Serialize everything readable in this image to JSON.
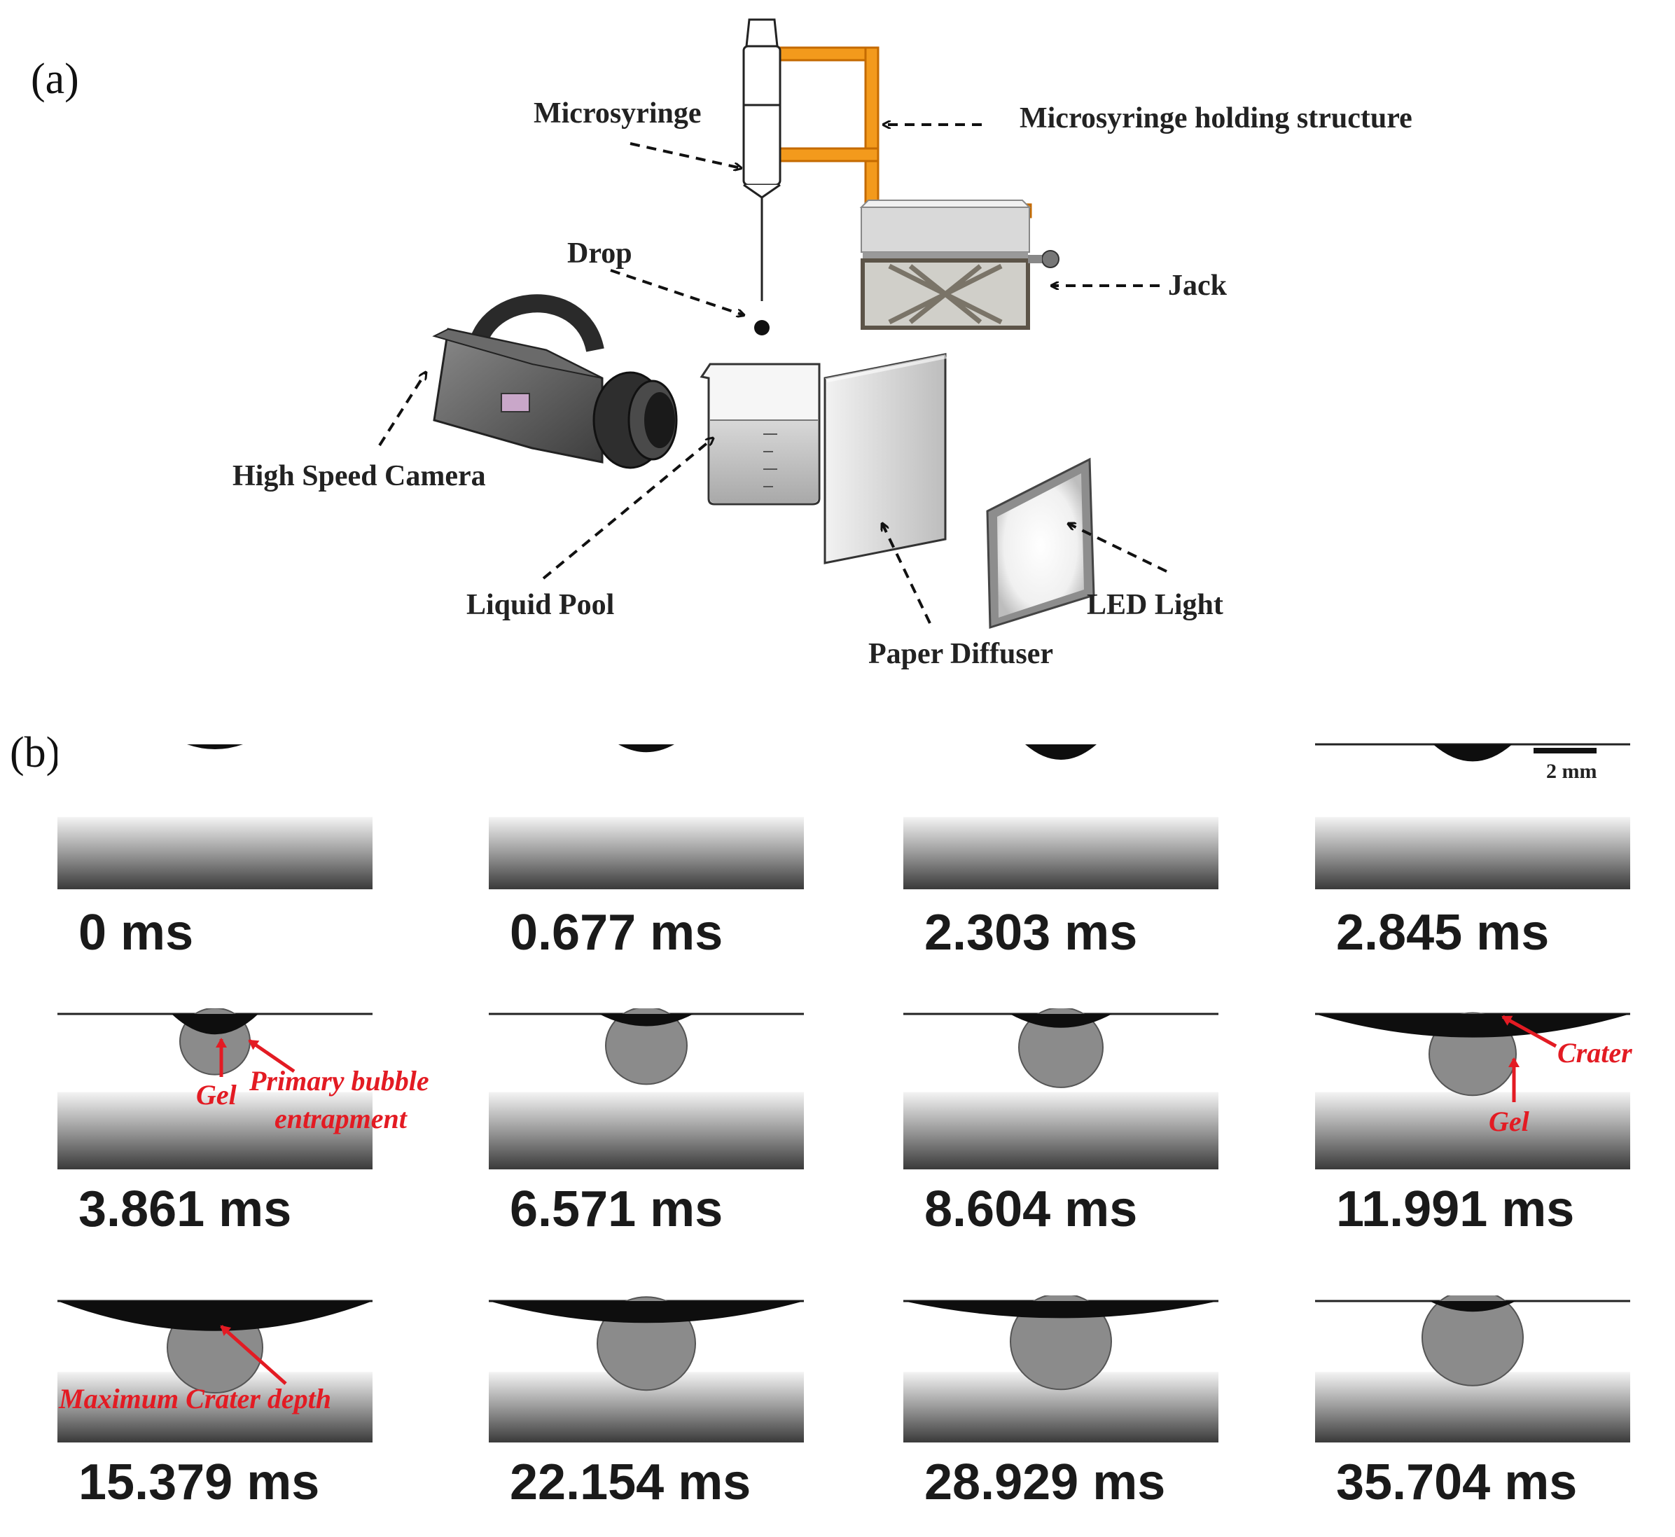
{
  "panel_a": {
    "letter": "(a)",
    "labels": {
      "microsyringe": "Microsyringe",
      "holding_structure": "Microsyringe holding structure",
      "drop": "Drop",
      "jack": "Jack",
      "camera": "High Speed Camera",
      "liquid_pool": "Liquid Pool",
      "led_light": "LED Light",
      "paper_diffuser": "Paper Diffuser"
    },
    "colors": {
      "holder": "#f39a1c",
      "holder_edge": "#c46a00"
    }
  },
  "panel_b": {
    "letter": "(b)",
    "scale_bar": "2 mm",
    "frames": [
      {
        "time": "0 ms",
        "drop": 0.05,
        "bubble": 0.0,
        "crater": 0.0
      },
      {
        "time": "0.677 ms",
        "drop": 0.12,
        "bubble": 0.0,
        "crater": 0.0
      },
      {
        "time": "2.303 ms",
        "drop": 0.3,
        "bubble": 0.0,
        "crater": 0.1
      },
      {
        "time": "2.845 ms",
        "drop": 0.34,
        "bubble": 0.0,
        "crater": 0.15
      },
      {
        "time": "3.861 ms",
        "drop": 0.42,
        "bubble": 0.25,
        "crater": 0.2
      },
      {
        "time": "6.571 ms",
        "drop": 0.0,
        "bubble": 0.45,
        "crater": 0.25
      },
      {
        "time": "8.604 ms",
        "drop": 0.0,
        "bubble": 0.5,
        "crater": 0.3
      },
      {
        "time": "11.991 ms",
        "drop": 0.0,
        "bubble": 0.55,
        "crater": 0.6
      },
      {
        "time": "15.379 ms",
        "drop": 0.0,
        "bubble": 0.7,
        "crater": 0.8
      },
      {
        "time": "22.154 ms",
        "drop": 0.0,
        "bubble": 0.75,
        "crater": 0.55
      },
      {
        "time": "28.929 ms",
        "drop": 0.0,
        "bubble": 0.8,
        "crater": 0.4
      },
      {
        "time": "35.704 ms",
        "drop": 0.0,
        "bubble": 0.8,
        "crater": 0.2
      }
    ],
    "annotations": {
      "gel_1": "Gel",
      "primary_bubble_1": "Primary bubble",
      "primary_bubble_2": "entrapment",
      "crater": "Crater",
      "gel_2": "Gel",
      "max_crater": "Maximum Crater depth"
    },
    "colors": {
      "annotation": "#e31b23"
    }
  }
}
